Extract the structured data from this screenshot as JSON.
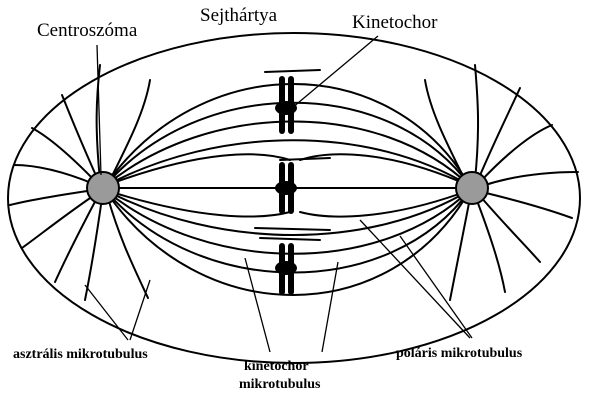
{
  "diagram": {
    "labels": {
      "centrosome": "Centroszóma",
      "cell_membrane": "Sejthártya",
      "kinetochore": "Kinetochor",
      "astral_mt": "asztrális mikrotubulus",
      "kinetochore_mt_line1": "kinetochor",
      "kinetochore_mt_line2": "mikrotubulus",
      "polar_mt": "poláris mikrotubulus"
    },
    "colors": {
      "stroke": "#000000",
      "centrosome_fill": "#9a9a9a",
      "background": "#ffffff"
    }
  }
}
